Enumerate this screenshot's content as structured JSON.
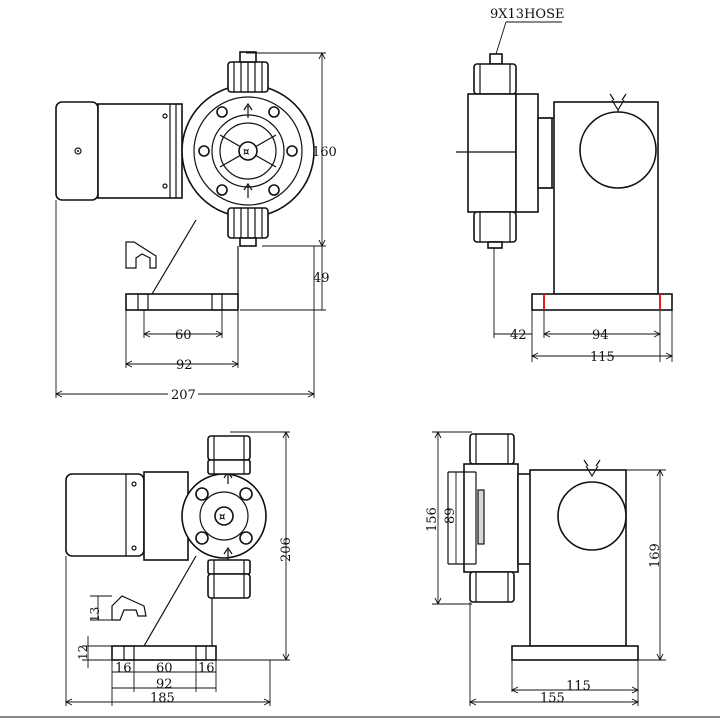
{
  "annotations": {
    "hose": "9X13HOSE"
  },
  "view_top_left": {
    "dims": {
      "h160": "160",
      "h49": "49",
      "w60": "60",
      "w92": "92",
      "w207": "207"
    }
  },
  "view_top_right": {
    "dims": {
      "w42": "42",
      "w94": "94",
      "w115": "115"
    }
  },
  "view_bottom_left": {
    "dims": {
      "h206": "206",
      "h13": "13",
      "h12": "12",
      "w16a": "16",
      "w60": "60",
      "w16b": "16",
      "w92": "92",
      "w185": "185"
    }
  },
  "view_bottom_right": {
    "dims": {
      "h156": "156",
      "h89": "89",
      "h169": "169",
      "w115": "115",
      "w155": "155"
    }
  },
  "colors": {
    "line": "#111111",
    "marker": "#e02020"
  }
}
